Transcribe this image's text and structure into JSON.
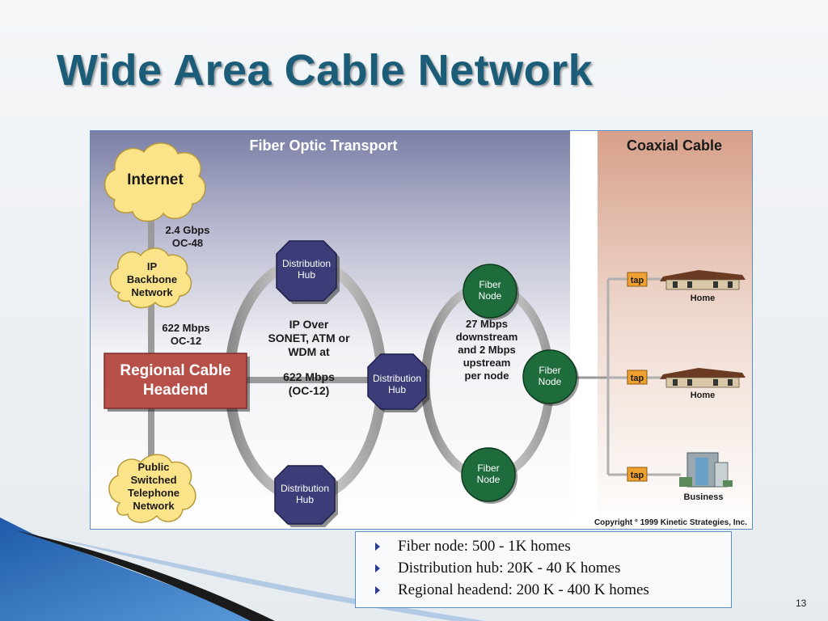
{
  "slide": {
    "title": "Wide Area Cable Network",
    "page_number": "13",
    "bullets": [
      "Fiber node: 500 - 1K homes",
      "Distribution hub: 20K - 40 K homes",
      "Regional headend: 200 K - 400 K homes"
    ]
  },
  "diagram": {
    "section_fiber": "Fiber Optic Transport",
    "section_coax": "Coaxial Cable",
    "internet": "Internet",
    "link_top": [
      "2.4 Gbps",
      "OC-48"
    ],
    "ip_backbone": [
      "IP",
      "Backbone",
      "Network"
    ],
    "link_mid": [
      "622 Mbps",
      "OC-12"
    ],
    "headend": [
      "Regional Cable",
      "Headend"
    ],
    "pstn": [
      "Public",
      "Switched",
      "Telephone",
      "Network"
    ],
    "dist_hub": [
      "Distribution",
      "Hub"
    ],
    "ring_text": [
      "IP Over",
      "SONET, ATM or",
      "WDM at",
      "",
      "622 Mbps",
      "(OC-12)"
    ],
    "fiber_node": [
      "Fiber",
      "Node"
    ],
    "node_text": [
      "27 Mbps",
      "downstream",
      "and 2 Mbps",
      "upstream",
      "per node"
    ],
    "tap": "tap",
    "home": "Home",
    "business": "Business",
    "copyright": "Copyright ° 1999 Kinetic Strategies, Inc."
  },
  "colors": {
    "title": "#1b5c78",
    "hub": "#3b3c78",
    "fiber_node": "#1e6b3c",
    "headend": "#b8504a",
    "cloud": "#fbe38a",
    "tap": "#f0a030",
    "coax_bg": "#d9a088"
  }
}
